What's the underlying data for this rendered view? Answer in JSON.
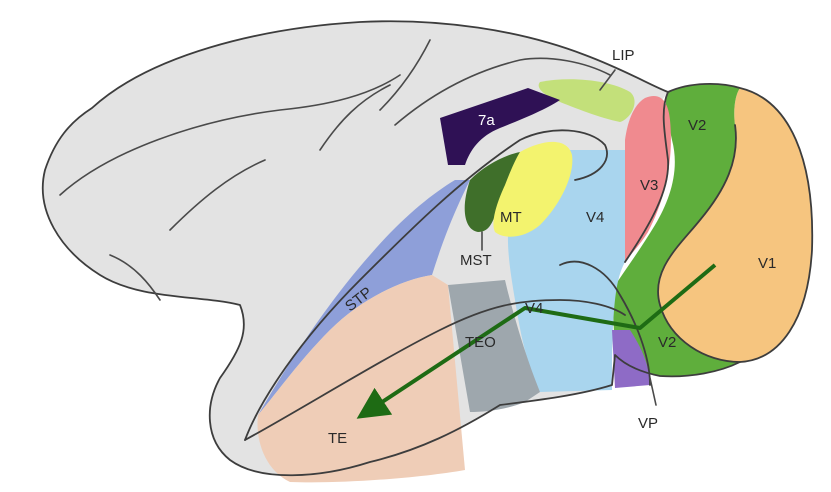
{
  "labels": {
    "lip": "LIP",
    "seven_a": "7a",
    "v2_top": "V2",
    "v3": "V3",
    "v1": "V1",
    "mt": "MT",
    "mst": "MST",
    "v4": "V4",
    "stp": "STP",
    "teo": "TEO",
    "v4_lower": "V4",
    "v2_lower": "V2",
    "te": "TE",
    "vp": "VP"
  },
  "colors": {
    "cortex": "#e3e3e3",
    "v1": "#f6c57f",
    "v2": "#5fae3c",
    "v3": "#f08a8f",
    "v4": "#a9d5ee",
    "mt": "#f3f36e",
    "mst": "#3f6f2a",
    "lip": "#c3e07a",
    "seven_a": "#2f1155",
    "stp": "#8e9fd9",
    "te": "#efcdb7",
    "teo": "#9ea7ad",
    "vp": "#8e6bc6",
    "arrow": "#1e6b14"
  }
}
